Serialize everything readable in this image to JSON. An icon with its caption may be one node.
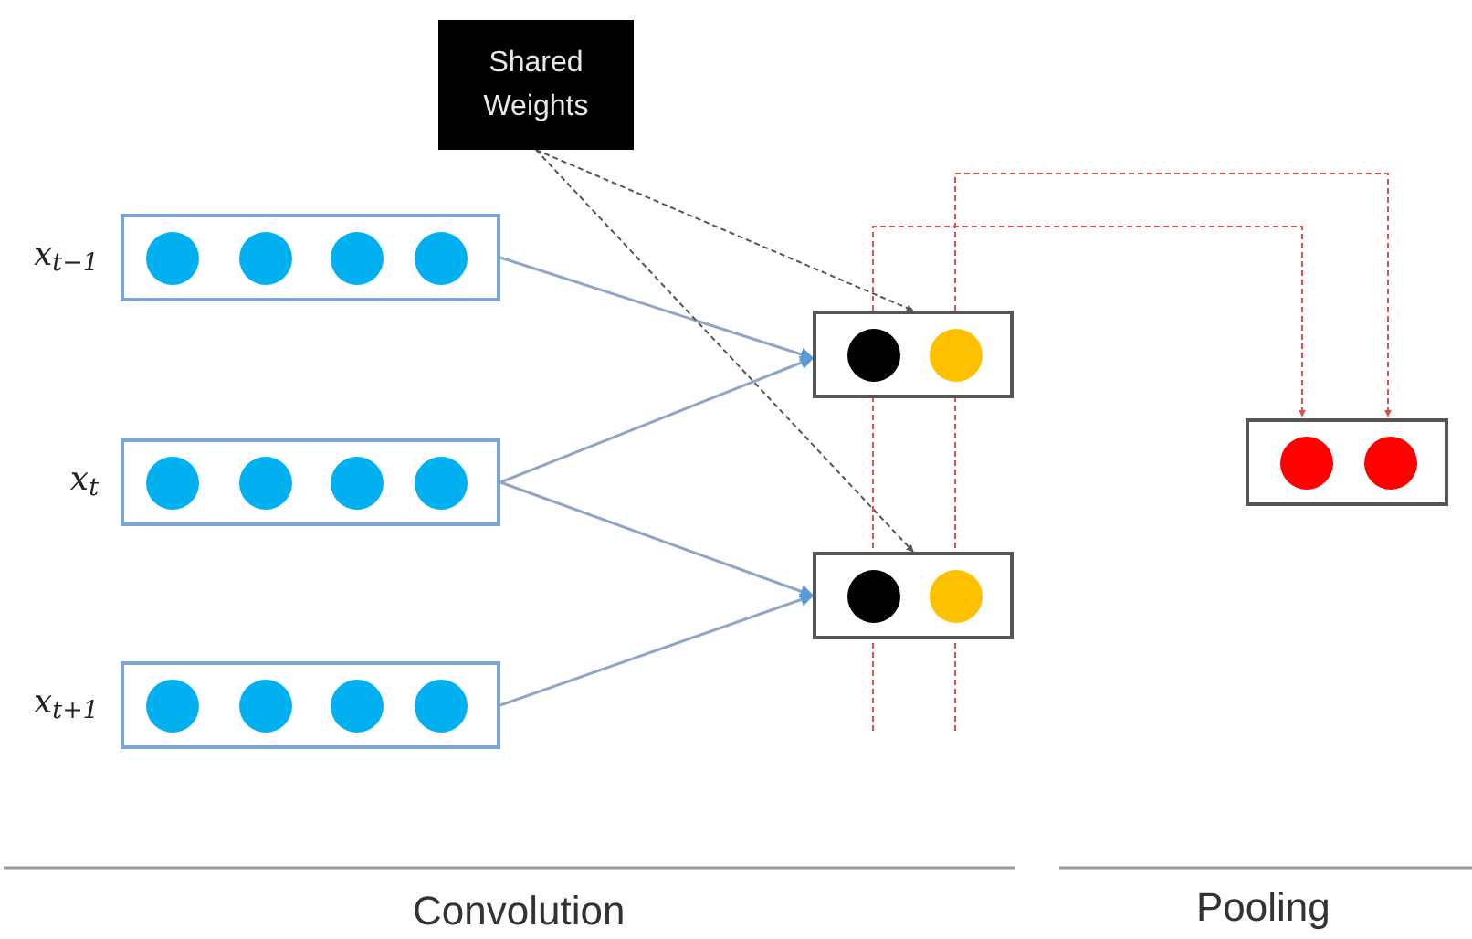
{
  "diagram": {
    "nodes": [
      {
        "text": [
          "Shared Weights"
        ]
      },
      {
        "text": [],
        "shape": "box",
        "beside": [
          "x$_{t−1}$"
        ]
      },
      {
        "text": [],
        "shape": "box",
        "beside": [
          "x$_{t}$"
        ]
      },
      {
        "text": [],
        "shape": "box",
        "beside": [
          "x$_{t+1}$"
        ]
      },
      {
        "text": [],
        "shape": "box"
      },
      {
        "text": [],
        "shape": "box"
      },
      {
        "text": [],
        "shape": "box"
      }
    ],
    "edges": [
      {
        "from": 1,
        "to": 4,
        "arrow": "to"
      },
      {
        "from": 2,
        "to": 4,
        "arrow": "to"
      },
      {
        "from": 2,
        "to": 5,
        "arrow": "to"
      },
      {
        "from": 3,
        "to": 5,
        "arrow": "to"
      },
      {
        "from": 0,
        "to": 4,
        "arrow": "to",
        "style": "dashed",
        "color": "#555555"
      },
      {
        "from": 0,
        "to": 5,
        "arrow": "to",
        "style": "dashed",
        "color": "#555555"
      },
      {
        "from": null,
        "to": 6,
        "arrow": "to",
        "style": "dashed",
        "color": "#e05050"
      },
      {
        "from": null,
        "to": 6,
        "arrow": "to",
        "style": "dashed",
        "color": "#e05050"
      }
    ],
    "labels": [
      "Convolution",
      "Pooling"
    ]
  }
}
